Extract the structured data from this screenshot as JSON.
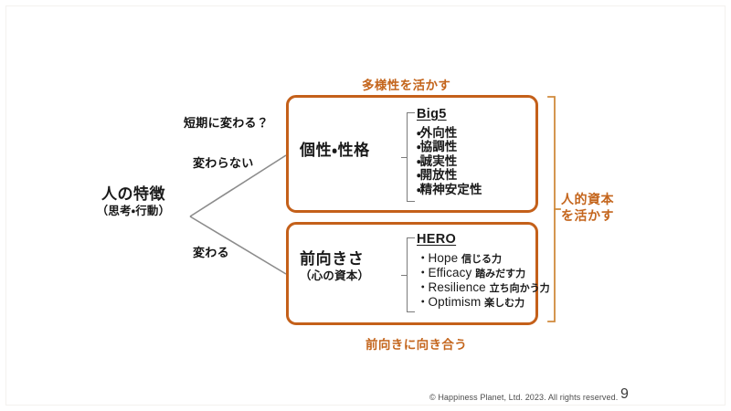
{
  "slide": {
    "page_number": "9",
    "copyright": "© Happiness Planet, Ltd. 2023. All rights reserved."
  },
  "colors": {
    "orange_border": "#c4601a",
    "orange_text": "#c4651c",
    "gray_connector": "#7b7b7b",
    "body_text": "#1a1a1a",
    "background": "#ffffff"
  },
  "root": {
    "title": "人の特徴",
    "subtitle": "（思考・行動）"
  },
  "branches": {
    "question": "短期に変わる？",
    "unchanged": "変わらない",
    "changed": "変わる"
  },
  "captions": {
    "top": "多様性を活かす",
    "bottom": "前向きに向き合う"
  },
  "boxes": [
    {
      "heading_main": "個性・性格",
      "heading_sub": "",
      "detail_title": "Big5",
      "items": [
        {
          "term": "外向性",
          "gloss": ""
        },
        {
          "term": "協調性",
          "gloss": ""
        },
        {
          "term": "誠実性",
          "gloss": ""
        },
        {
          "term": "開放性",
          "gloss": ""
        },
        {
          "term": "精神安定性",
          "gloss": ""
        }
      ]
    },
    {
      "heading_main": "前向きさ",
      "heading_sub": "（心の資本）",
      "detail_title": "HERO",
      "items": [
        {
          "term": "Hope",
          "gloss": "信じる力"
        },
        {
          "term": "Efficacy",
          "gloss": "踏みだす力"
        },
        {
          "term": "Resilience",
          "gloss": "立ち向かう力"
        },
        {
          "term": "Optimism",
          "gloss": "楽しむ力"
        }
      ]
    }
  ],
  "summary": {
    "line1": "人的資本",
    "line2": "を活かす"
  }
}
